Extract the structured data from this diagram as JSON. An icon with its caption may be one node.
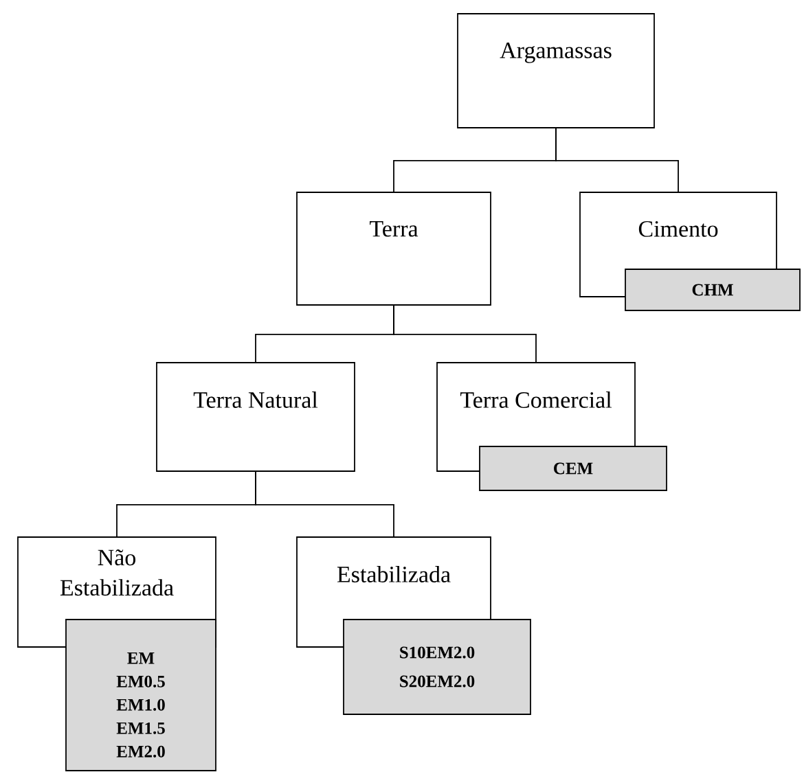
{
  "diagram": {
    "nodes": [
      {
        "text": [
          "Argamassas"
        ]
      },
      {
        "text": [
          "Terra"
        ]
      },
      {
        "text": [
          "Cimento"
        ]
      },
      {
        "text": [
          "CHM"
        ]
      },
      {
        "text": [
          "Terra Natural"
        ]
      },
      {
        "text": [
          "Terra Comercial"
        ]
      },
      {
        "text": [
          "CEM"
        ]
      },
      {
        "text": [
          "Não Estabilizada"
        ]
      },
      {
        "text": [
          "EM",
          "EM0.5",
          "EM1.0",
          "EM1.5",
          "EM2.0"
        ]
      },
      {
        "text": [
          "Estabilizada"
        ]
      },
      {
        "text": [
          "S10EM2.0",
          "S20EM2.0"
        ]
      }
    ],
    "edges": [
      {
        "from": 0,
        "to": 1,
        "arrow": "none"
      },
      {
        "from": 0,
        "to": 2,
        "arrow": "none"
      },
      {
        "from": 1,
        "to": 4,
        "arrow": "none"
      },
      {
        "from": 1,
        "to": 5,
        "arrow": "none"
      },
      {
        "from": 4,
        "to": 7,
        "arrow": "none"
      },
      {
        "from": 4,
        "to": 9,
        "arrow": "none"
      }
    ]
  }
}
